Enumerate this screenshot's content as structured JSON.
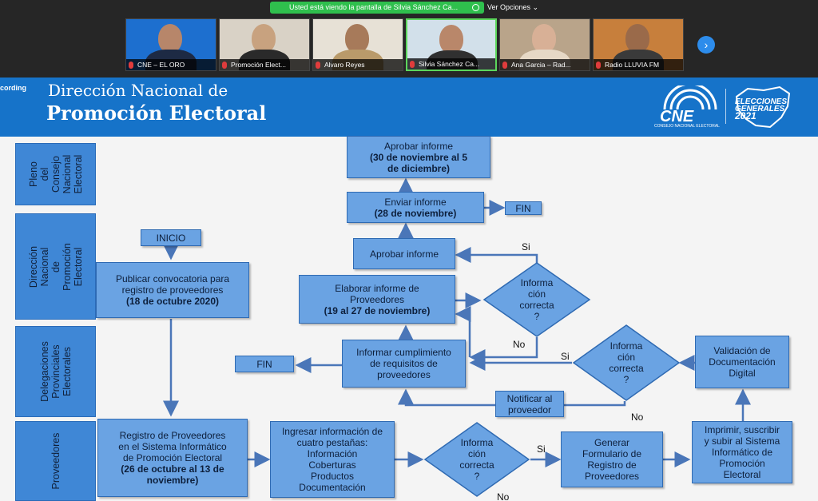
{
  "meeting": {
    "share_banner": "Usted está viendo la pantalla de Silvia Sánchez Ca...",
    "view_options": "Ver Opciones",
    "next_arrow": "›",
    "participants": [
      {
        "name": "CNE – EL ORO",
        "bg": "#1d6fcf",
        "active": false
      },
      {
        "name": "Promoción Elect...",
        "bg": "#d9d2c6",
        "active": false
      },
      {
        "name": "Alvaro Reyes",
        "bg": "#e7e1d6",
        "active": false
      },
      {
        "name": "Silvia Sánchez Ca...",
        "bg": "#d2e0ea",
        "active": true
      },
      {
        "name": "Ana Garcia – Rad...",
        "bg": "#b9a48a",
        "active": false
      },
      {
        "name": "Radio LLUVIA FM",
        "bg": "#c77f3c",
        "active": false
      }
    ]
  },
  "slide": {
    "recording": "cording",
    "title_line1": "Dirección Nacional de",
    "title_line2": "Promoción Electoral",
    "logo_cne": "CNE",
    "logo_cne_sub": "CONSEJO NACIONAL ELECTORAL",
    "logo_elecciones": [
      "ELECCIONES",
      "GENERALES"
    ],
    "logo_year": "2021",
    "lanes": [
      "Pleno\ndel\nConsejo\nNacional\nElectoral",
      "Dirección\nNacional de\nPromoción\nElectoral",
      "Delegaciones\nProvinciales\nElectorales",
      "Proveedores"
    ],
    "boxes": {
      "aprobar_informe_top": [
        "Aprobar informe",
        "(30 de noviembre al 5",
        "de diciembre)"
      ],
      "enviar_informe": [
        "Enviar informe",
        "(28 de noviembre)"
      ],
      "fin_1": "FIN",
      "inicio": "INICIO",
      "publicar": [
        "Publicar convocatoria para",
        "registro de proveedores",
        "(18 de octubre 2020)"
      ],
      "aprobar_informe": "Aprobar informe",
      "elaborar": [
        "Elaborar informe de",
        "Proveedores",
        "(19 al 27 de noviembre)"
      ],
      "informar": [
        "Informar cumplimiento",
        "de requisitos de",
        "proveedores"
      ],
      "fin_2": "FIN",
      "notificar": [
        "Notificar al",
        "proveedor"
      ],
      "validacion": [
        "Validación de",
        "Documentación",
        "Digital"
      ],
      "registro": [
        "Registro de Proveedores",
        "en el Sistema Informático",
        "de Promoción Electoral",
        "(26 de octubre al 13 de",
        "noviembre)"
      ],
      "ingresar": [
        "Ingresar información de",
        "cuatro pestañas:",
        "Información",
        "Coberturas",
        "Productos",
        "Documentación"
      ],
      "generar": [
        "Generar",
        "Formulario de",
        "Registro de",
        "Proveedores"
      ],
      "imprimir": [
        "Imprimir, suscribir",
        "y subir al Sistema",
        "Informático de",
        "Promoción",
        "Electoral"
      ]
    },
    "diamonds": {
      "d1": [
        "Informa",
        "ción",
        "correcta",
        "?"
      ],
      "d2": [
        "Informa",
        "ción",
        "correcta",
        "?"
      ],
      "d3": [
        "Informa",
        "ción",
        "correcta",
        "?"
      ]
    },
    "labels": {
      "si_1": "Si",
      "no_1": "No",
      "si_2": "Si",
      "no_2": "No",
      "si_3": "Si",
      "no_3": "No"
    },
    "colors": {
      "header": "#1673c9",
      "box": "#6aa3e3",
      "lane": "#3f87d6",
      "arrow": "#4a76b8"
    }
  }
}
